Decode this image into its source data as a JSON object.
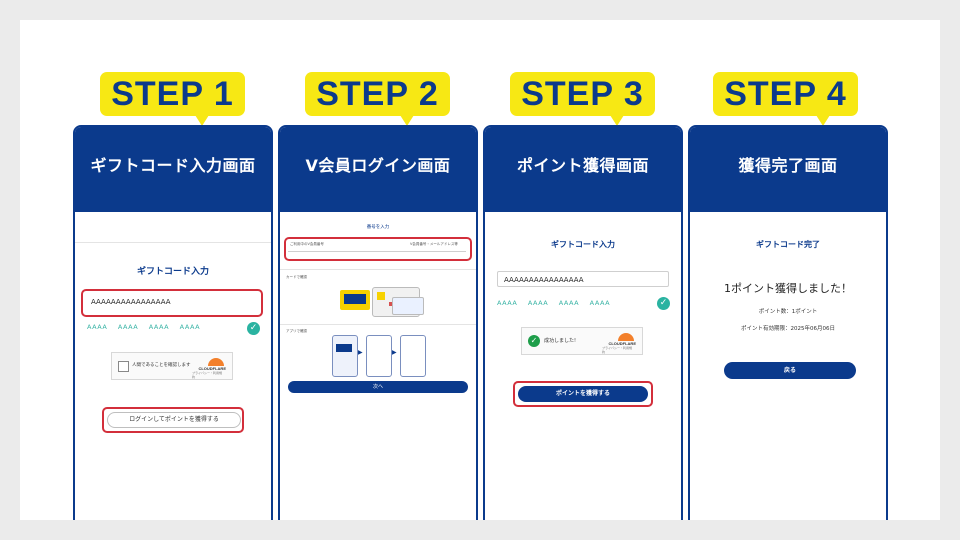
{
  "steps": [
    {
      "badge": "STEP 1",
      "header": "ギフトコード入力画面",
      "screen": {
        "title": "ギフトコード入力",
        "input_value": "AAAAAAAAAAAAAAAA",
        "captcha_hint": "AAAA  AAAA  AAAA  AAAA",
        "captcha_label": "人間であることを確認します",
        "cloudflare": "CLOUDFLARE",
        "cloudflare_sub": "プライバシー・利用規約",
        "button": "ログインしてポイントを獲得する"
      }
    },
    {
      "badge": "STEP 2",
      "header": "V会員ログイン画面",
      "screen": {
        "title": "番号を入力",
        "login_field_label": "ご利用中のV会員番号",
        "login_field_right": "V会員番号・メールアドレス等",
        "section_card": "カードで確認",
        "section_app": "アプリで確認",
        "next_button": "次へ"
      }
    },
    {
      "badge": "STEP 3",
      "header": "ポイント獲得画面",
      "screen": {
        "title": "ギフトコード入力",
        "input_value": "AAAAAAAAAAAAAAAA",
        "captcha_hint": "AAAA  AAAA  AAAA  AAAA",
        "success_label": "成功しました!",
        "cloudflare": "CLOUDFLARE",
        "cloudflare_sub": "プライバシー・利用規約",
        "button": "ポイントを獲得する"
      }
    },
    {
      "badge": "STEP 4",
      "header": "獲得完了画面",
      "screen": {
        "title": "ギフトコード完了",
        "message": "1ポイント獲得しました！",
        "points_line": "ポイント数：1ポイント",
        "expiry_line": "ポイント有効期限：2025年06月06日",
        "button": "戻る"
      }
    }
  ],
  "colors": {
    "navy": "#0b3a8c",
    "badge_yellow": "#f7e814",
    "highlight_red": "#d32f3b",
    "teal": "#2ab3a1",
    "cloudflare_orange": "#f3802b"
  }
}
